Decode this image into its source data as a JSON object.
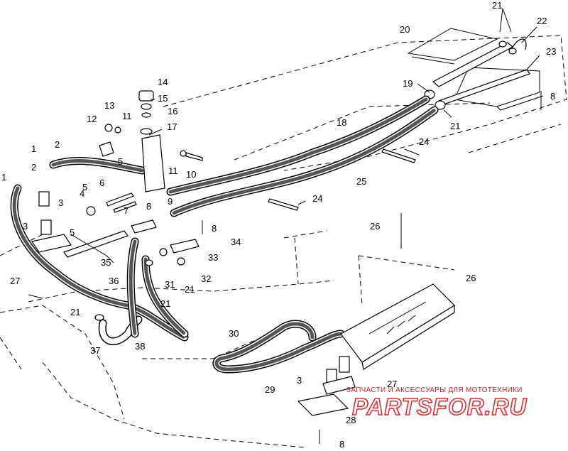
{
  "callouts": [
    {
      "id": "c1a",
      "text": "1"
    },
    {
      "id": "c1b",
      "text": "1"
    },
    {
      "id": "c2a",
      "text": "2"
    },
    {
      "id": "c2b",
      "text": "2"
    },
    {
      "id": "c3a",
      "text": "3"
    },
    {
      "id": "c3b",
      "text": "3"
    },
    {
      "id": "c3c",
      "text": "3"
    },
    {
      "id": "c4",
      "text": "4"
    },
    {
      "id": "c5a",
      "text": "5"
    },
    {
      "id": "c5b",
      "text": "5"
    },
    {
      "id": "c5c",
      "text": "5"
    },
    {
      "id": "c6",
      "text": "6"
    },
    {
      "id": "c7",
      "text": "7"
    },
    {
      "id": "c8a",
      "text": "8"
    },
    {
      "id": "c8b",
      "text": "8"
    },
    {
      "id": "c8c",
      "text": "8"
    },
    {
      "id": "c8d",
      "text": "8"
    },
    {
      "id": "c9",
      "text": "9"
    },
    {
      "id": "c10",
      "text": "10"
    },
    {
      "id": "c11a",
      "text": "11"
    },
    {
      "id": "c11b",
      "text": "11"
    },
    {
      "id": "c12",
      "text": "12"
    },
    {
      "id": "c13",
      "text": "13"
    },
    {
      "id": "c14",
      "text": "14"
    },
    {
      "id": "c15",
      "text": "15"
    },
    {
      "id": "c16",
      "text": "16"
    },
    {
      "id": "c17",
      "text": "17"
    },
    {
      "id": "c18",
      "text": "18"
    },
    {
      "id": "c19",
      "text": "19"
    },
    {
      "id": "c20",
      "text": "20"
    },
    {
      "id": "c21a",
      "text": "21"
    },
    {
      "id": "c21b",
      "text": "21"
    },
    {
      "id": "c21c",
      "text": "21"
    },
    {
      "id": "c21d",
      "text": "21"
    },
    {
      "id": "c21e",
      "text": "21"
    },
    {
      "id": "c22",
      "text": "22"
    },
    {
      "id": "c23",
      "text": "23"
    },
    {
      "id": "c24a",
      "text": "24"
    },
    {
      "id": "c24b",
      "text": "24"
    },
    {
      "id": "c25",
      "text": "25"
    },
    {
      "id": "c26a",
      "text": "26"
    },
    {
      "id": "c26b",
      "text": "26"
    },
    {
      "id": "c27a",
      "text": "27"
    },
    {
      "id": "c27b",
      "text": "27"
    },
    {
      "id": "c28",
      "text": "28"
    },
    {
      "id": "c29",
      "text": "29"
    },
    {
      "id": "c30",
      "text": "30"
    },
    {
      "id": "c31",
      "text": "31"
    },
    {
      "id": "c32",
      "text": "32"
    },
    {
      "id": "c33",
      "text": "33"
    },
    {
      "id": "c34",
      "text": "34"
    },
    {
      "id": "c35",
      "text": "35"
    },
    {
      "id": "c36",
      "text": "36"
    },
    {
      "id": "c37",
      "text": "37"
    },
    {
      "id": "c38",
      "text": "38"
    }
  ],
  "watermark": {
    "subtitle": "ЗАПЧАСТИ И АКСЕССУАРЫ ДЛЯ МОТОТЕХНИКИ",
    "logo": "PARTSFOR.RU",
    "color": "#d81e1e"
  }
}
